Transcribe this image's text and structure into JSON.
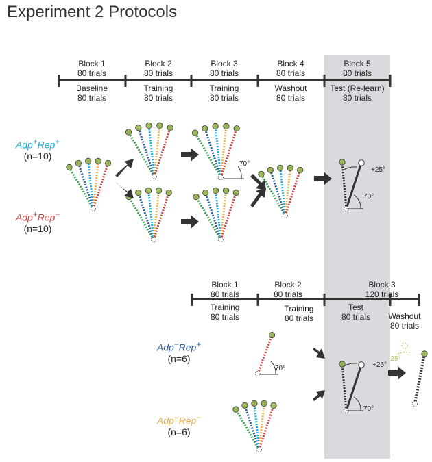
{
  "title": "Experiment 2 Protocols",
  "colors": {
    "shade": "#d9dadd",
    "ink": "#333333",
    "green_target": "#9bb85a",
    "cyan": "#19aad8",
    "red": "#c94343",
    "blue": "#2f5a9b",
    "gold": "#e6b24c",
    "green_line": "#3f9e57",
    "yellow_green": "#b8c44a"
  },
  "exp_top": {
    "blocks": [
      {
        "name": "Block 1",
        "trials": "80 trials",
        "phase": "Baseline",
        "phase_trials": "80 trials"
      },
      {
        "name": "Block 2",
        "trials": "80 trials",
        "phase": "Training",
        "phase_trials": "80 trials"
      },
      {
        "name": "Block 3",
        "trials": "80 trials",
        "phase": "Training",
        "phase_trials": "80 trials"
      },
      {
        "name": "Block 4",
        "trials": "80 trials",
        "phase": "Washout",
        "phase_trials": "80 trials"
      },
      {
        "name": "Block 5",
        "trials": "80 trials",
        "phase": "Test (Re-learn)",
        "phase_trials": "80 trials"
      }
    ],
    "groups": [
      {
        "adp": "Adp",
        "adp_sign": "+",
        "rep": "Rep",
        "rep_sign": "+",
        "n": "(n=10)",
        "color": "#19aad8"
      },
      {
        "adp": "Adp",
        "adp_sign": "+",
        "rep": "Rep",
        "rep_sign": "−",
        "n": "(n=10)",
        "color": "#c94343"
      }
    ],
    "angle_70": "70°",
    "test_angle_70": "70°",
    "test_plus25": "+25°"
  },
  "exp_bottom": {
    "blocks": [
      {
        "name": "Block 1",
        "trials": "80 trials",
        "phase": "Training",
        "phase_trials": "80 trials"
      },
      {
        "name": "Block 2",
        "trials": "80 trials",
        "phase": "Training",
        "phase_trials": "80 trials"
      },
      {
        "name": "Block 3",
        "trials": "120 trials",
        "phase": "Test",
        "phase_trials": "80 trials"
      },
      {
        "name": "",
        "trials": "",
        "phase": "Washout",
        "phase_trials": "80 trials"
      }
    ],
    "groups": [
      {
        "adp": "Adp",
        "adp_sign": "−",
        "rep": "Rep",
        "rep_sign": "+",
        "n": "(n=6)",
        "color": "#2f5a9b"
      },
      {
        "adp": "Adp",
        "adp_sign": "−",
        "rep": "Rep",
        "rep_sign": "−",
        "n": "(n=6)",
        "color": "#e6b24c"
      }
    ],
    "angle_70": "70°",
    "test_angle_70": "70°",
    "test_plus25": "+25°",
    "washout_minus25": "-25°"
  }
}
